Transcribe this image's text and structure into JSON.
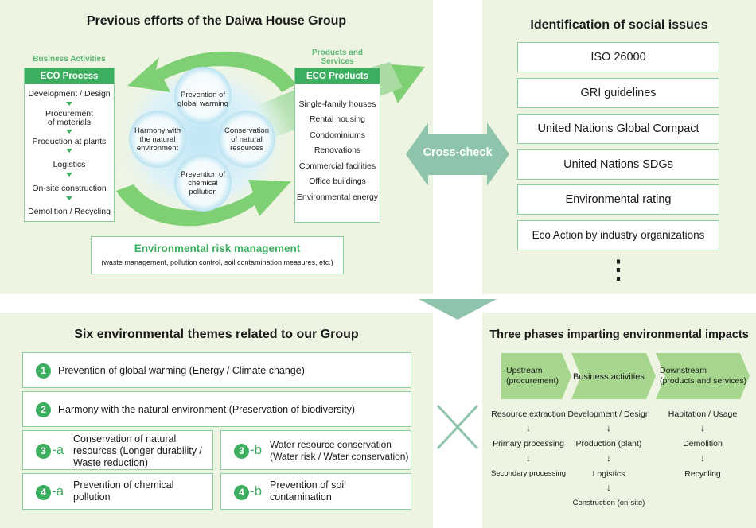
{
  "top_left": {
    "title": "Previous efforts of the Daiwa House Group",
    "business_activities_label": "Business Activities",
    "eco_process": {
      "header": "ECO Process",
      "steps": [
        "Development / Design",
        "Procurement",
        "of materials",
        "Production at plants",
        "Logistics",
        "On-site construction",
        "Demolition / Recycling"
      ]
    },
    "products_label_1": "Products and",
    "products_label_2": "Services",
    "eco_products": {
      "header": "ECO Products",
      "items": [
        "Single-family houses",
        "Rental housing",
        "Condominiums",
        "Renovations",
        "Commercial facilities",
        "Office buildings",
        "Environmental energy"
      ]
    },
    "circles": {
      "top": [
        "Prevention of",
        "global warming"
      ],
      "left": [
        "Harmony with",
        "the natural",
        "environment"
      ],
      "right": [
        "Conservation",
        "of natural",
        "resources"
      ],
      "bottom": [
        "Prevention of",
        "chemical",
        "pollution"
      ]
    },
    "risk_title": "Environmental risk management",
    "risk_sub": "(waste management, pollution control, soil contamination measures, etc.)"
  },
  "crosscheck_label": "Cross-check",
  "top_right": {
    "title": "Identification of social issues",
    "items": [
      "ISO 26000",
      "GRI guidelines",
      "United Nations Global Compact",
      "United Nations SDGs",
      "Environmental rating",
      "Eco Action by industry organizations"
    ],
    "more": "⋮"
  },
  "bottom_left": {
    "title": "Six environmental themes related to our Group",
    "theme1": {
      "num": "1",
      "text": "Prevention of global warming (Energy / Climate change)"
    },
    "theme2": {
      "num": "2",
      "text": "Harmony with the natural environment (Preservation of biodiversity)"
    },
    "theme3a": {
      "num": "3",
      "suffix": "-a",
      "line1": "Conservation of natural",
      "line2": "resources (Longer durability /",
      "line3": "Waste reduction)"
    },
    "theme3b": {
      "num": "3",
      "suffix": "-b",
      "line1": "Water resource conservation",
      "line2": "(Water risk / Water conservation)"
    },
    "theme4a": {
      "num": "4",
      "suffix": "-a",
      "line1": "Prevention of chemical",
      "line2": "pollution"
    },
    "theme4b": {
      "num": "4",
      "suffix": "-b",
      "line1": "Prevention of soil",
      "line2": "contamination"
    }
  },
  "bottom_right": {
    "title": "Three phases imparting environmental impacts",
    "phases": {
      "upstream": {
        "h1": "Upstream",
        "h2": "(procurement)",
        "items": [
          "Resource extraction",
          "Primary processing",
          "Secondary processing"
        ]
      },
      "business": {
        "h1": "Business activities",
        "items": [
          "Development / Design",
          "Production (plant)",
          "Logistics",
          "Construction (on-site)"
        ]
      },
      "downstream": {
        "h1": "Downstream",
        "h2": "(products and services)",
        "items": [
          "Habitation / Usage",
          "Demolition",
          "Recycling"
        ]
      }
    },
    "arrow": "↓"
  },
  "colors": {
    "panel": "#eef4e2",
    "green": "#3cae60",
    "light_green": "#8ccf9c",
    "arrow_green": "#7fcf74",
    "crosscheck": "#8ec4ab"
  }
}
